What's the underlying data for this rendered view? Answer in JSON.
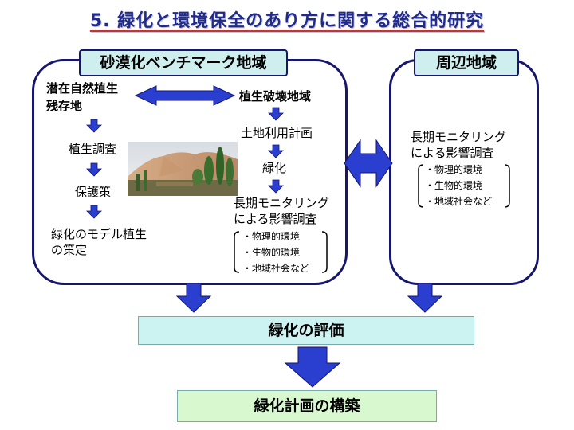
{
  "title": "5. 緑化と環境保全のあり方に関する総合的研究",
  "left_region": {
    "label": "砂漠化ベンチマーク地域",
    "natural": "潜在自然植生\n残存地",
    "natural_steps": [
      "植生調査",
      "保護策",
      "緑化のモデル植生\nの策定"
    ],
    "destroyed": "植生破壊地域",
    "destroyed_steps": [
      "土地利用計画",
      "緑化",
      "長期モニタリング\nによる影響調査"
    ],
    "items": [
      "・物理的環境",
      "・生物的環境",
      "・地域社会など"
    ]
  },
  "right_region": {
    "label": "周辺地域",
    "survey": "長期モニタリング\nによる影響調査",
    "items": [
      "・物理的環境",
      "・生物的環境",
      "・地域社会など"
    ]
  },
  "evaluation": "緑化の評価",
  "plan": "緑化計画の構築",
  "colors": {
    "navy": "#16166e",
    "arrow_blue": "#2a3fd0",
    "tab_fill": "#cfeeee"
  }
}
